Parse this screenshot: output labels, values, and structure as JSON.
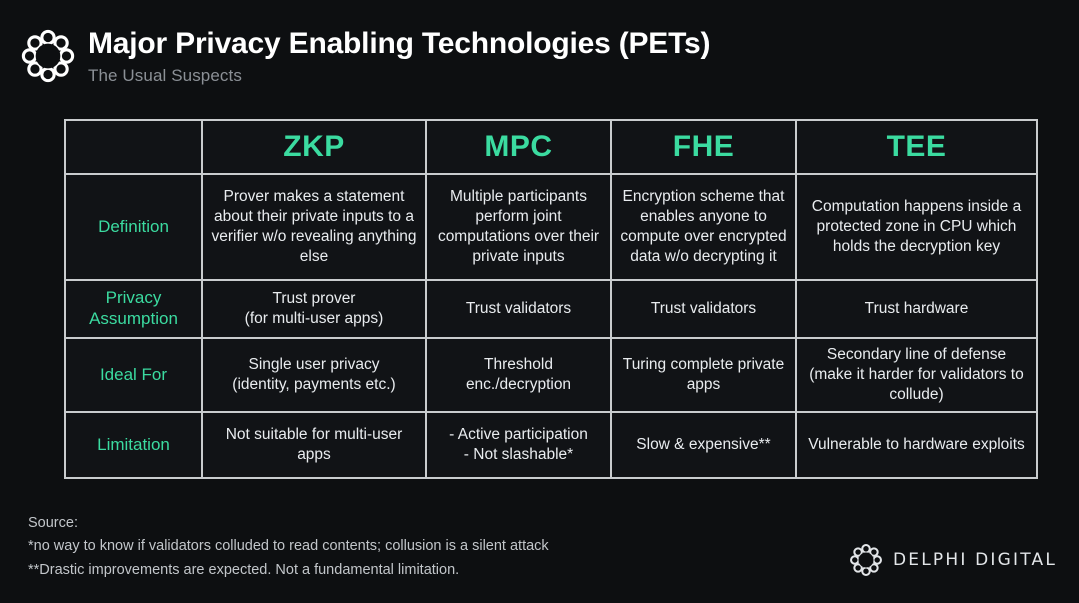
{
  "header": {
    "logo_icon": "delphi-ring-logo-icon",
    "title": "Major Privacy Enabling Technologies (PETs)",
    "subtitle": "The Usual Suspects"
  },
  "colors": {
    "background": "#0d0f11",
    "cell_background": "#111316",
    "grid_border": "#c9ccce",
    "accent_green": "#3bdba0",
    "body_text": "#e9ecef",
    "muted_text": "#8b9096"
  },
  "table": {
    "corner_label": "",
    "columns": [
      "ZKP",
      "MPC",
      "FHE",
      "TEE"
    ],
    "rows": [
      {
        "label": "Definition",
        "cells": [
          "Prover makes a statement about their private inputs to a verifier w/o revealing anything else",
          "Multiple participants perform joint computations over their private inputs",
          "Encryption scheme that enables anyone to compute over encrypted data w/o decrypting it",
          "Computation happens inside a protected zone in CPU which holds the decryption key"
        ]
      },
      {
        "label": "Privacy Assumption",
        "cells": [
          "Trust prover\n(for multi-user apps)",
          "Trust validators",
          "Trust validators",
          "Trust hardware"
        ]
      },
      {
        "label": "Ideal For",
        "cells": [
          "Single user privacy\n(identity, payments etc.)",
          "Threshold enc./decryption",
          "Turing complete private apps",
          "Secondary line of defense (make it harder for validators to collude)"
        ]
      },
      {
        "label": "Limitation",
        "cells": [
          "Not suitable for multi-user apps",
          "- Active participation\n- Not slashable*",
          "Slow & expensive**",
          "Vulnerable to hardware exploits"
        ]
      }
    ]
  },
  "footer": {
    "lines": [
      "Source:",
      "*no way to know if validators colluded to read contents; collusion is a silent attack",
      "**Drastic improvements are expected. Not a fundamental limitation."
    ],
    "logo_icon": "delphi-ring-logo-icon",
    "wordmark": "DELPHI DIGITAL"
  }
}
